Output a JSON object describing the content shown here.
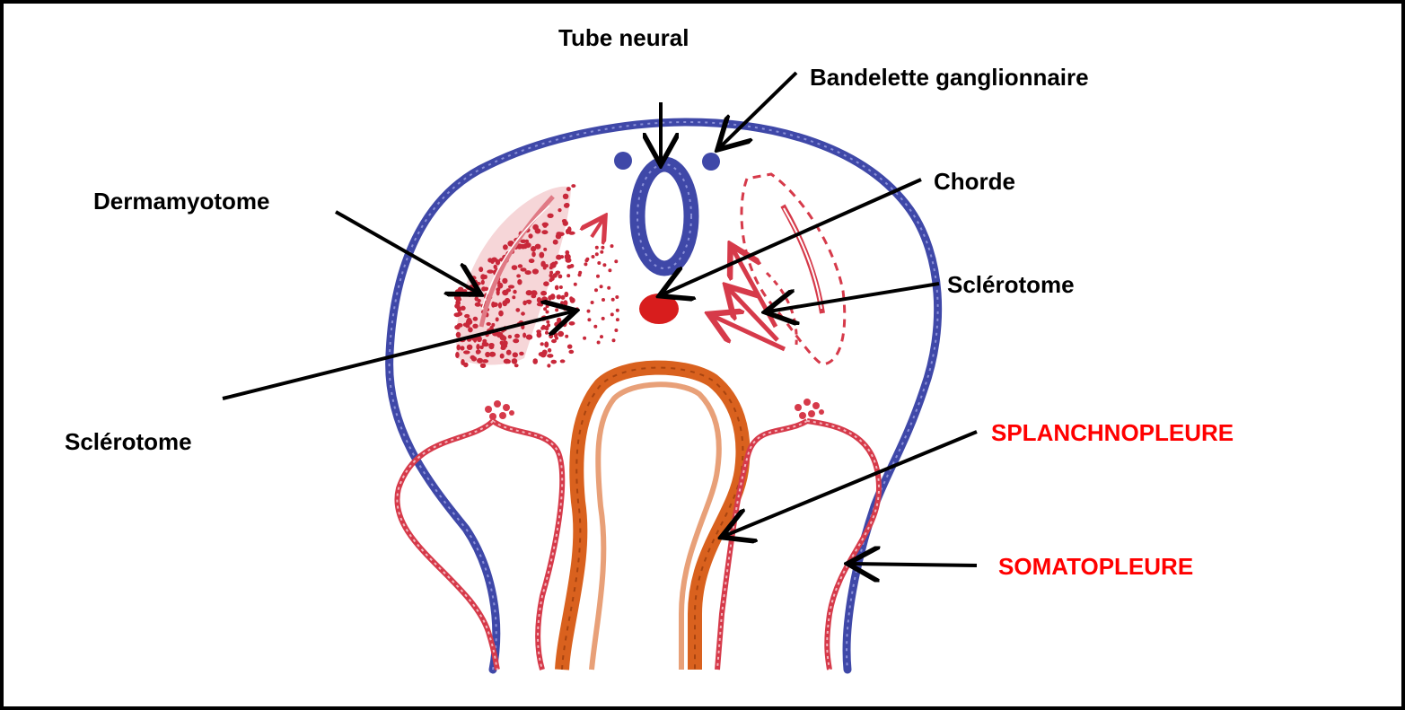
{
  "labels": {
    "tube_neural": "Tube neural",
    "bandelette": "Bandelette ganglionnaire",
    "dermamyotome": "Dermamyotome",
    "chorde": "Chorde",
    "sclerotome_right": "Sclérotome",
    "sclerotome_left": "Sclérotome",
    "splanchnopleure": "SPLANCHNOPLEURE",
    "somatopleure": "SOMATOPLEURE"
  },
  "colors": {
    "ectoderm_blue": "#3f48a8",
    "mesoderm_red": "#d63a4a",
    "endoderm_orange": "#d9611e",
    "chorde_red": "#d81d1d",
    "label_black": "#000000",
    "label_red": "#ff0000"
  }
}
